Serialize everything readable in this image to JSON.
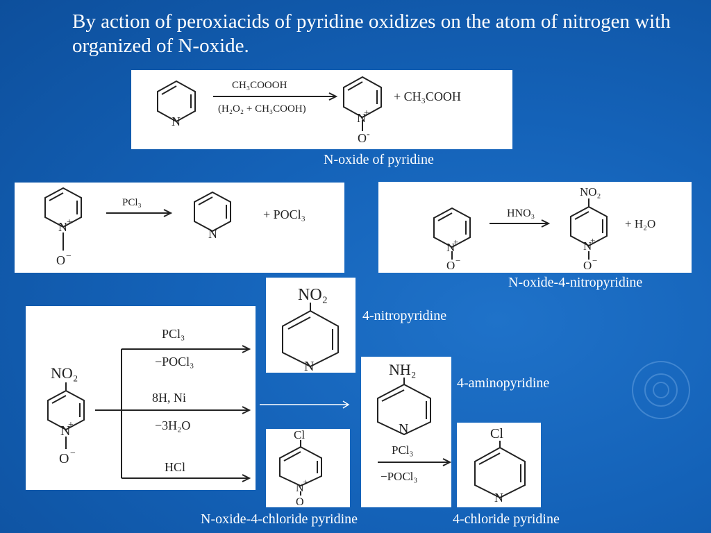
{
  "slide": {
    "title": "By action of peroxiacids of pyridine oxidizes on the atom of nitrogen with organized of N-oxide.",
    "captions": {
      "n_oxide": "N-oxide of pyridine",
      "n_oxide_4_nitro": "N-oxide-4-nitropyridine",
      "nitropyridine": "4-nitropyridine",
      "aminopyridine": "4-aminopyridine",
      "n_oxide_4_chloride": "N-oxide-4-chloride pyridine",
      "chloride_pyridine": "4-chloride pyridine"
    }
  },
  "rx1": {
    "reagent_top": "CH₃COOOH",
    "reagent_bottom": "(H₂O₂ + CH₃COOH)",
    "byproduct": "+ CH₃COOH",
    "n": "N",
    "nplus": "N",
    "charge_plus": "+",
    "o": "O",
    "o_minus": "-"
  },
  "rx2": {
    "reagent": "PCl₃",
    "byproduct": "+ POCl₃",
    "n": "N",
    "nplus": "N",
    "charge_plus": "+",
    "o": "O",
    "o_minus": "−"
  },
  "rx3": {
    "reagent": "HNO₃",
    "byproduct": "+ H₂O",
    "no2": "NO₂",
    "nplus": "N",
    "charge_plus": "+",
    "o": "O",
    "o_minus": "−"
  },
  "rx4": {
    "no2": "NO₂",
    "nplus": "N",
    "charge_plus": "+",
    "o": "O",
    "o_minus": "−",
    "r1a": "PCl₃",
    "r1b": "−POCl₃",
    "r2a": "8H, Ni",
    "r2b": "−3H₂O",
    "r3": "HCl"
  },
  "mol_nitro": {
    "no2": "NO₂",
    "n": "N"
  },
  "mol_amino": {
    "nh2": "NH₂",
    "n": "N",
    "reagent_a": "PCl₃",
    "reagent_b": "−POCl₃"
  },
  "mol_cl_oxide": {
    "cl": "Cl",
    "nplus": "N",
    "charge_plus": "+",
    "o": "O"
  },
  "mol_cl": {
    "cl": "Cl",
    "n": "N"
  }
}
